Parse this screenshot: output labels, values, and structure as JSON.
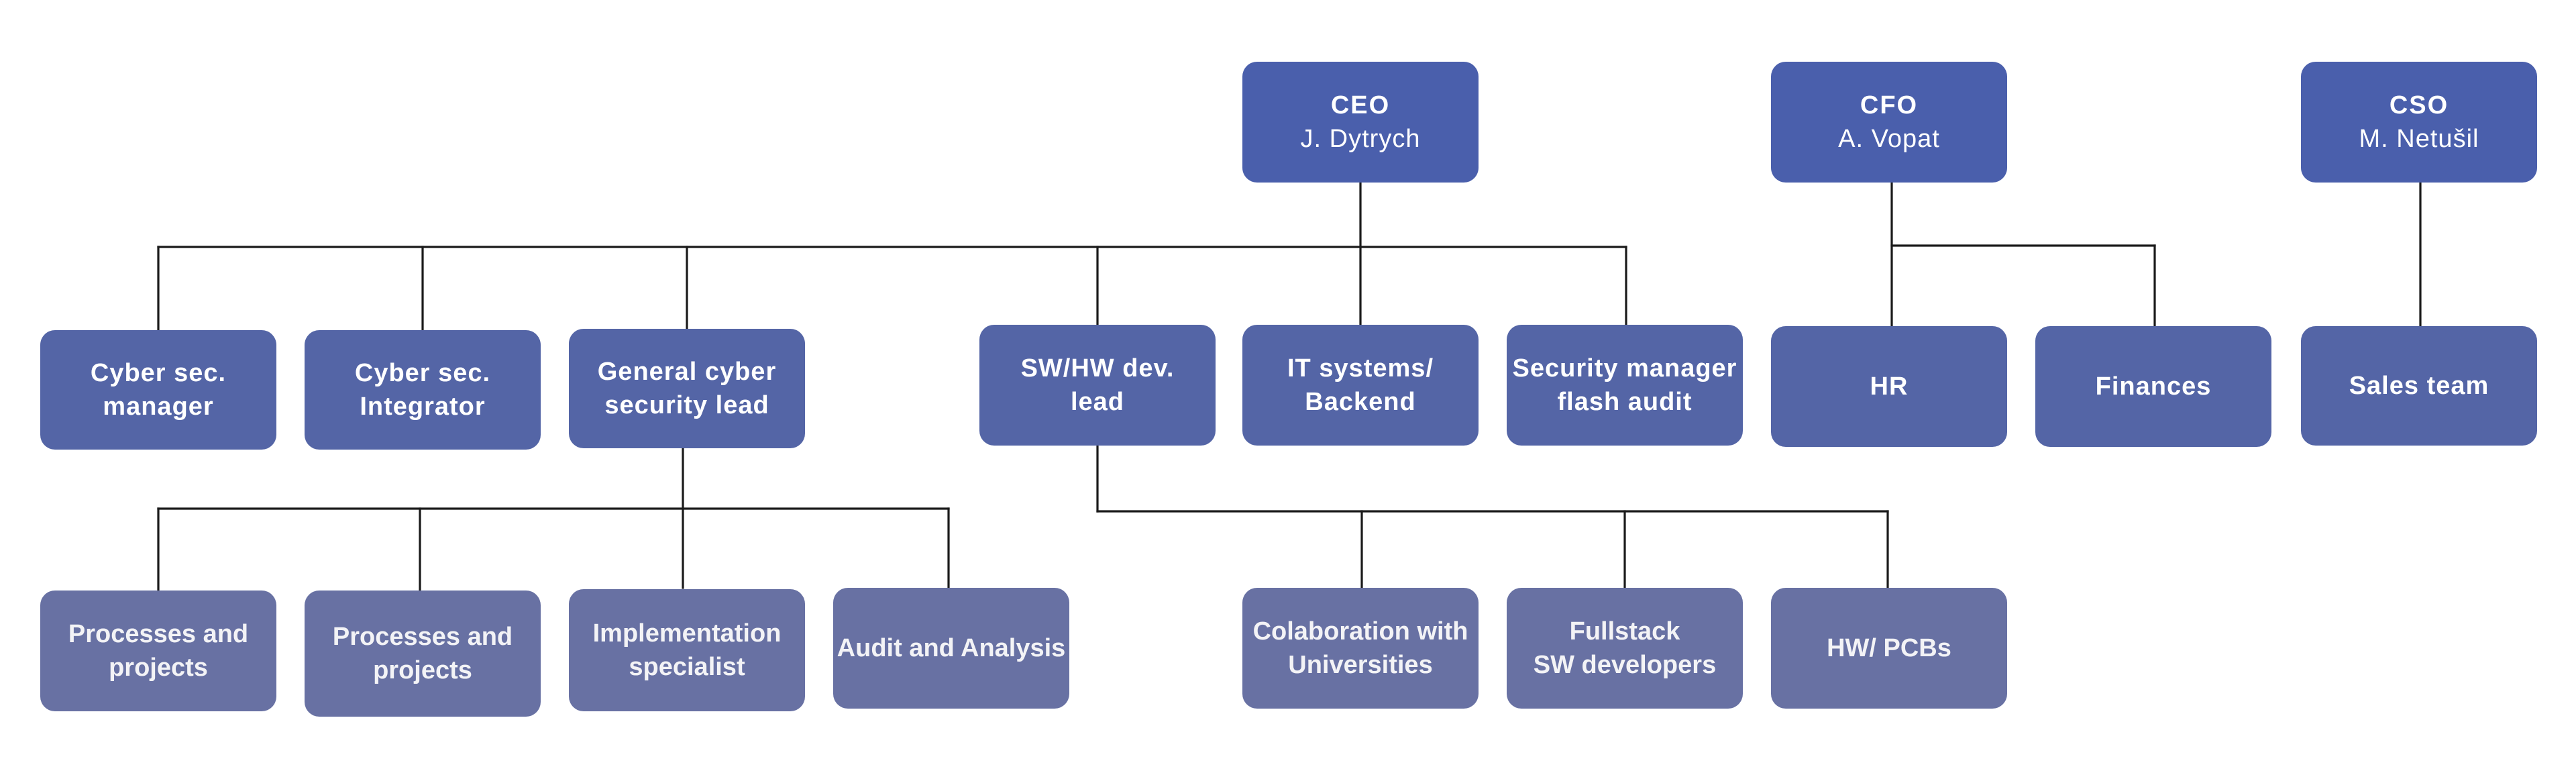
{
  "executives": [
    {
      "id": "ceo",
      "title": "CEO",
      "name": "J. Dytrych"
    },
    {
      "id": "cfo",
      "title": "CFO",
      "name": "A. Vopat"
    },
    {
      "id": "cso",
      "title": "CSO",
      "name": "M. Netušil"
    }
  ],
  "ceo_reports": [
    {
      "id": "cyber-sec-manager",
      "lines": [
        "Cyber sec.",
        "manager"
      ]
    },
    {
      "id": "cyber-sec-integrator",
      "lines": [
        "Cyber sec.",
        "Integrator"
      ]
    },
    {
      "id": "general-cyber-security-lead",
      "lines": [
        "General cyber",
        "security lead"
      ]
    },
    {
      "id": "sw-hw-dev-lead",
      "lines": [
        "SW/HW dev.",
        "lead"
      ]
    },
    {
      "id": "it-systems-backend",
      "lines": [
        "IT systems/",
        "Backend"
      ]
    },
    {
      "id": "security-manager-flash-audit",
      "lines": [
        "Security manager",
        "flash audit"
      ]
    }
  ],
  "cfo_reports": [
    {
      "id": "hr",
      "lines": [
        "HR"
      ]
    },
    {
      "id": "finances",
      "lines": [
        "Finances"
      ]
    }
  ],
  "cso_reports": [
    {
      "id": "sales-team",
      "lines": [
        "Sales team"
      ]
    }
  ],
  "security_lead_reports": [
    {
      "id": "processes-and-projects-1",
      "lines": [
        "Processes and",
        "projects"
      ]
    },
    {
      "id": "processes-and-projects-2",
      "lines": [
        "Processes and",
        "projects"
      ]
    },
    {
      "id": "implementation-specialist",
      "lines": [
        "Implementation",
        "specialist"
      ]
    },
    {
      "id": "audit-and-analysis",
      "lines": [
        "Audit and Analysis"
      ]
    }
  ],
  "dev_lead_reports": [
    {
      "id": "colaboration-with-universities",
      "lines": [
        "Colaboration with",
        "Universities"
      ]
    },
    {
      "id": "fullstack-sw-developers",
      "lines": [
        "Fullstack",
        "SW developers"
      ]
    },
    {
      "id": "hw-pcbs",
      "lines": [
        "HW/ PCBs"
      ]
    }
  ],
  "colors": {
    "executive": "#4a5fac",
    "manager": "#5465a6",
    "team": "#6871a3",
    "connector": "#1a1a1a"
  }
}
